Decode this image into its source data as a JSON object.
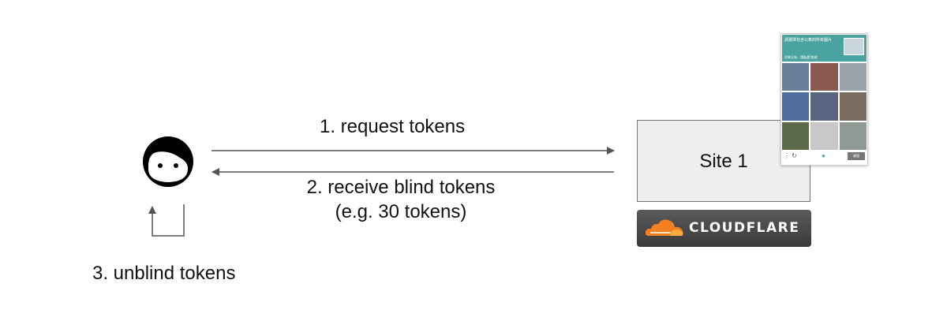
{
  "steps": {
    "request": "1. request tokens",
    "receive": "2. receive blind tokens",
    "receive_detail": "(e.g. 30 tokens)",
    "unblind": "3. unblind tokens"
  },
  "site": {
    "label": "Site 1"
  },
  "cloudflare": {
    "logo_text": "CLOUDFLARE"
  },
  "captcha": {
    "title": "請選擇包含公車的所有圖片",
    "subtitle": "如果沒有，請點選\"跳過\"",
    "verify_label": "驗證",
    "tile_colors": [
      "#6a7f9a",
      "#8b5a4e",
      "#9aa2aa",
      "#4f6e9e",
      "#5a6680",
      "#7a6c5e",
      "#5e6b4a",
      "#c8c8c8",
      "#8f9a94"
    ]
  },
  "colors": {
    "arrow": "#555555",
    "site_fill": "#eeeeee",
    "cloudflare_orange": "#f38020",
    "captcha_header": "#4aa3a0"
  }
}
